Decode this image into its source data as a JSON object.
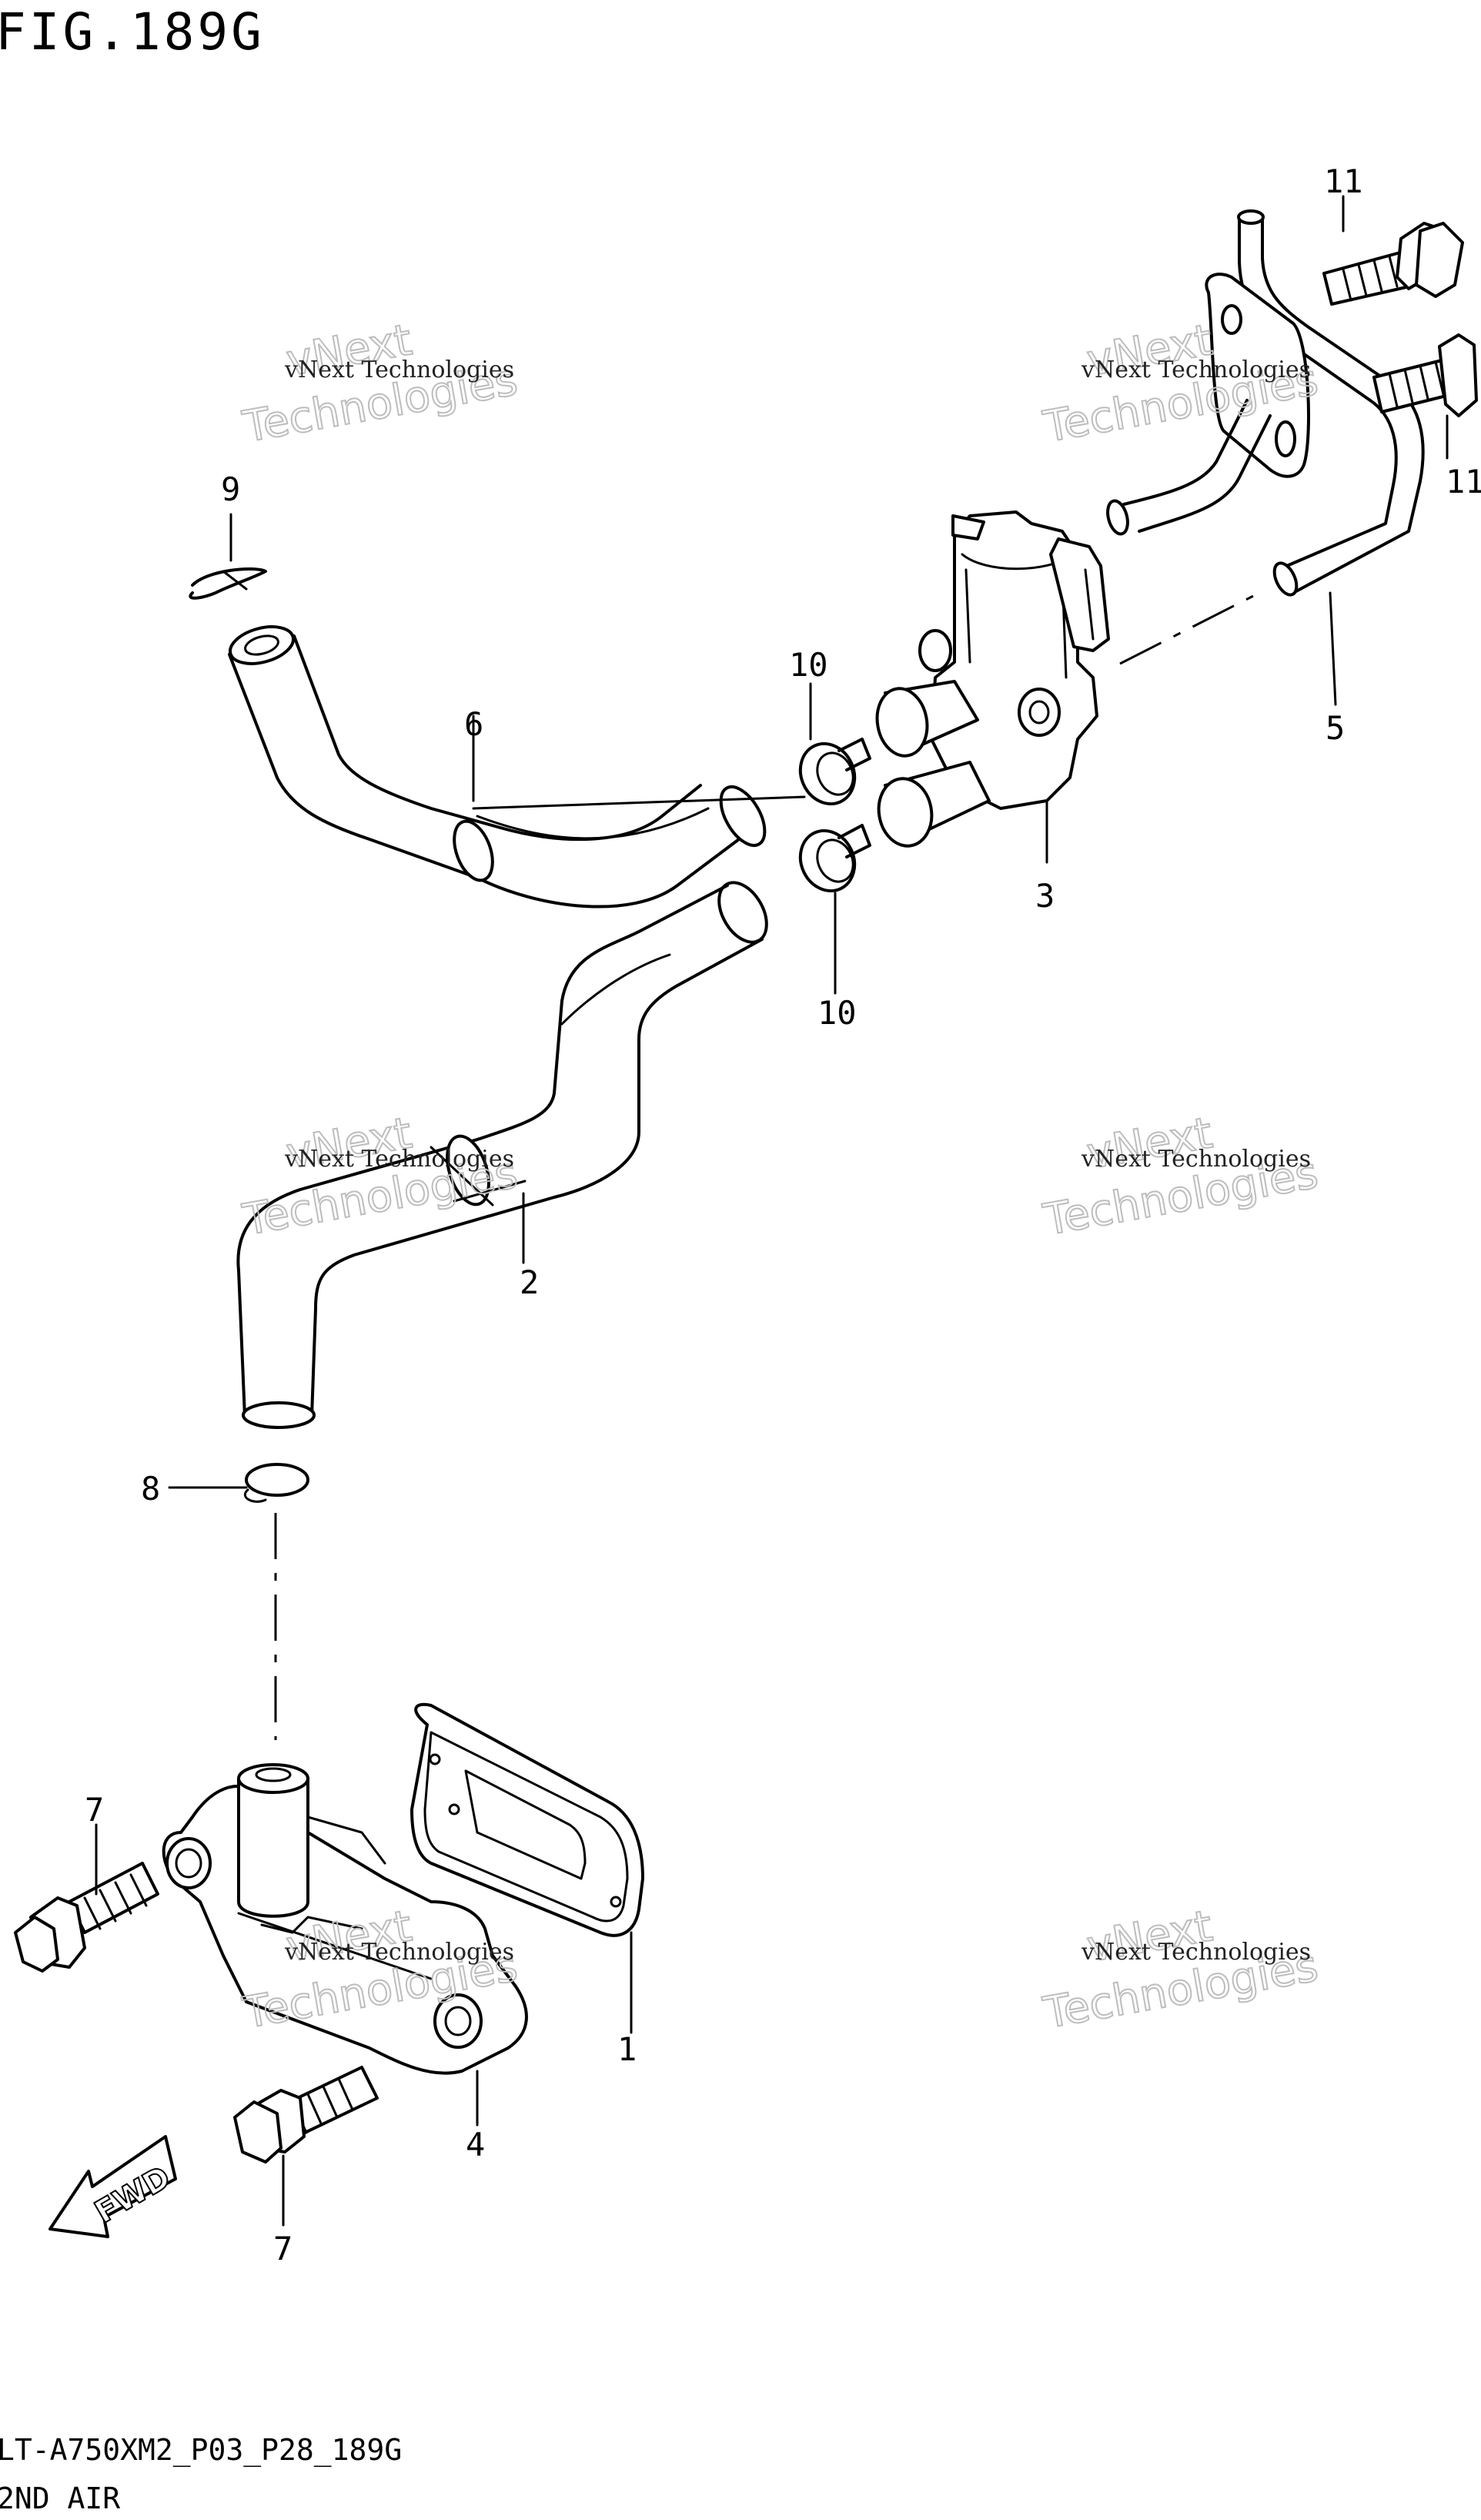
{
  "figure": {
    "title": "FIG.189G",
    "model_code": "LT-A750XM2_P03_P28_189G",
    "section_name": "2ND AIR"
  },
  "callouts": {
    "c1": "1",
    "c2": "2",
    "c3": "3",
    "c4": "4",
    "c5": "5",
    "c6": "6",
    "c7a": "7",
    "c7b": "7",
    "c8": "8",
    "c9": "9",
    "c10a": "10",
    "c10b": "10",
    "c11a": "11",
    "c11b": "11"
  },
  "direction_arrow": {
    "label": "FWD"
  },
  "watermark": {
    "line": "vNext Technologies",
    "word1": "vNext",
    "word2": "Technologies"
  }
}
